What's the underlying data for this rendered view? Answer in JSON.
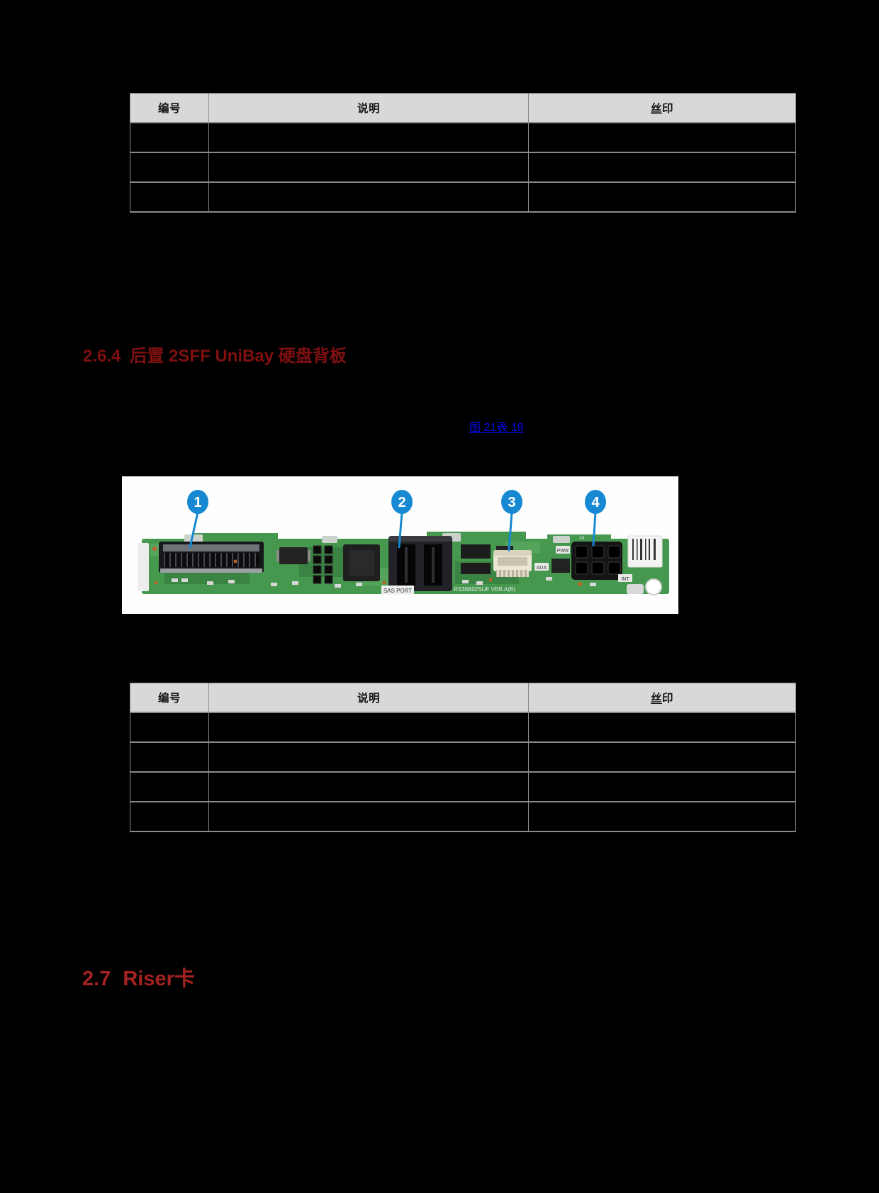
{
  "page": {
    "background_color": "#000000",
    "table_header_bg": "#d8d8d8",
    "table_border_color": "#8a8a8a"
  },
  "tables": {
    "headers": {
      "col1": "编号",
      "col2": "说明",
      "col3_underlined": "丝",
      "col3_rest": "印"
    },
    "table1_row_count": 3,
    "table2_row_count": 4,
    "rows_are_empty": true
  },
  "sections": {
    "s264": {
      "number": "2.6.4",
      "title": "后置 2SFF UniBay 硬盘背板",
      "color": "#801010"
    },
    "s27": {
      "number": "2.7",
      "title": "Riser卡",
      "color": "#a42222"
    }
  },
  "links": {
    "figure_table_ref": "图 21表 18",
    "color": "#0808ee"
  },
  "board_figure": {
    "callout_color": "#1789d2",
    "pcb_color": "#47984f",
    "callouts": [
      "1",
      "2",
      "3",
      "4"
    ],
    "silkscreen": {
      "model": "RS36B02SUF VER.A(B)",
      "sas_port": "SAS PORT",
      "aux": "AUX",
      "pwr": "PWR",
      "int": "INT",
      "j4": "J4"
    }
  }
}
